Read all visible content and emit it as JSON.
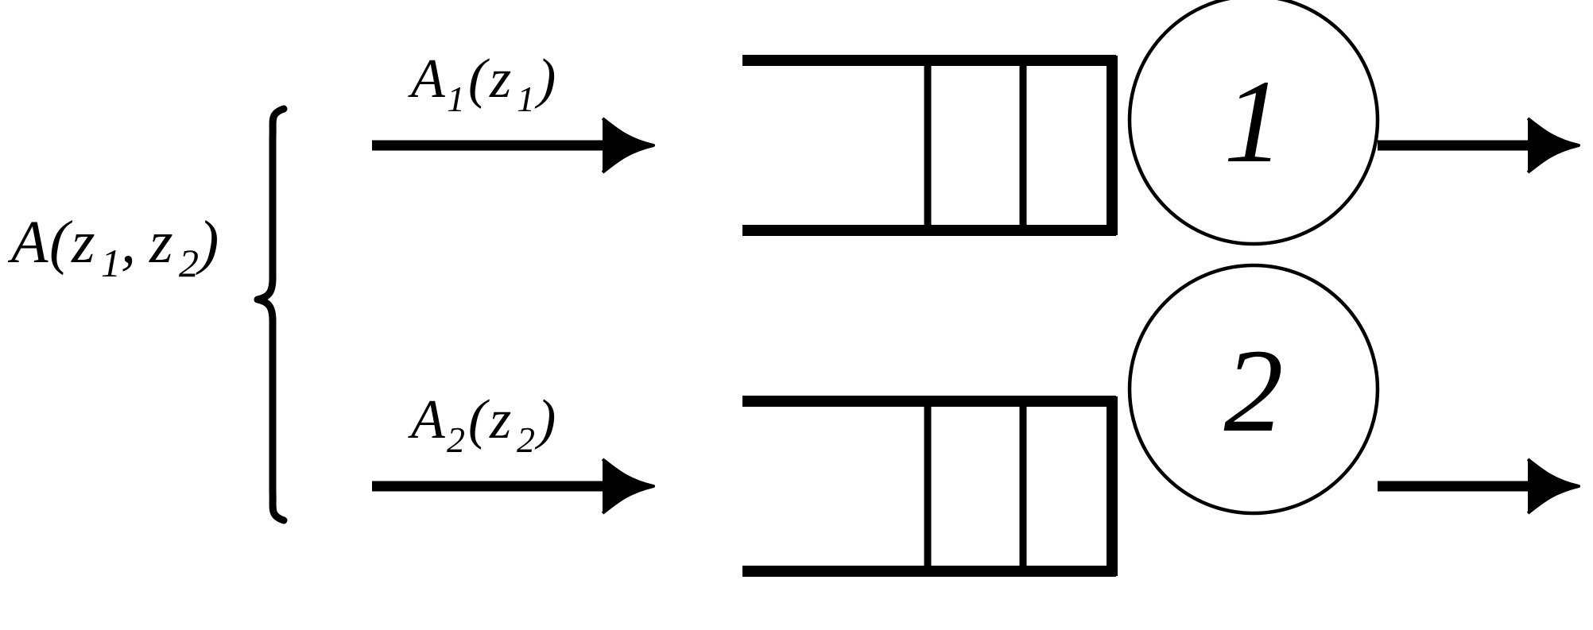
{
  "diagram": {
    "title": "two-station parallel queueing system with correlated arrivals",
    "background_color": "#ffffff",
    "stroke_color": "#000000",
    "group_label": {
      "base": "A",
      "open": "(",
      "arg1": "z",
      "sub1": "1",
      "comma": ", ",
      "arg2": "z",
      "sub2": "2",
      "close": ")",
      "full_text": "A(z1, z2)"
    },
    "branches": [
      {
        "id": "branch-1",
        "arrival_label": {
          "base": "A",
          "sub": "1",
          "open": "(",
          "arg": "z",
          "arg_sub": "1",
          "close": ")",
          "full_text": "A1(z1)"
        },
        "queue": {
          "cells": 2,
          "open_left": true
        },
        "server_label": "1"
      },
      {
        "id": "branch-2",
        "arrival_label": {
          "base": "A",
          "sub": "2",
          "open": "(",
          "arg": "z",
          "arg_sub": "2",
          "close": ")",
          "full_text": "A2(z2)"
        },
        "queue": {
          "cells": 2,
          "open_left": true
        },
        "server_label": "2"
      }
    ]
  }
}
